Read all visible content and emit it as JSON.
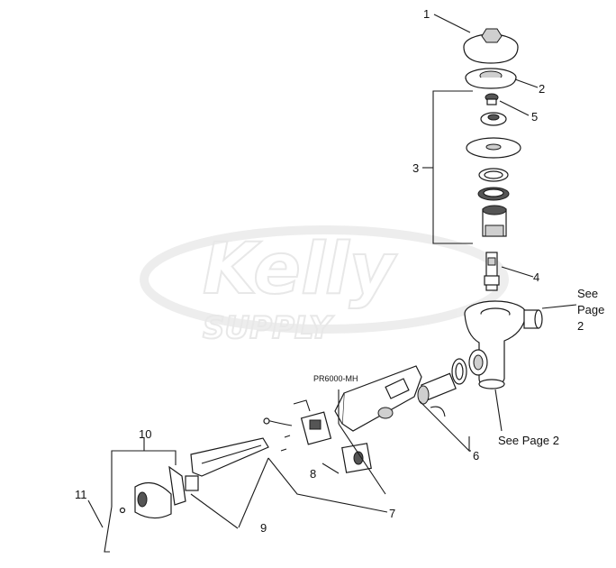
{
  "watermark": {
    "brand_line1": "Kelly",
    "brand_line2": "SUPPLY"
  },
  "callouts": {
    "c1": "1",
    "c2": "2",
    "c3": "3",
    "c4": "4",
    "c5": "5",
    "c6": "6",
    "c7": "7",
    "c8": "8",
    "c9": "9",
    "c10": "10",
    "c11": "11",
    "model": "PR6000-MH",
    "see_page_top_1": "See",
    "see_page_top_2": "Page",
    "see_page_top_3": "2",
    "see_page_2": "See Page 2"
  }
}
